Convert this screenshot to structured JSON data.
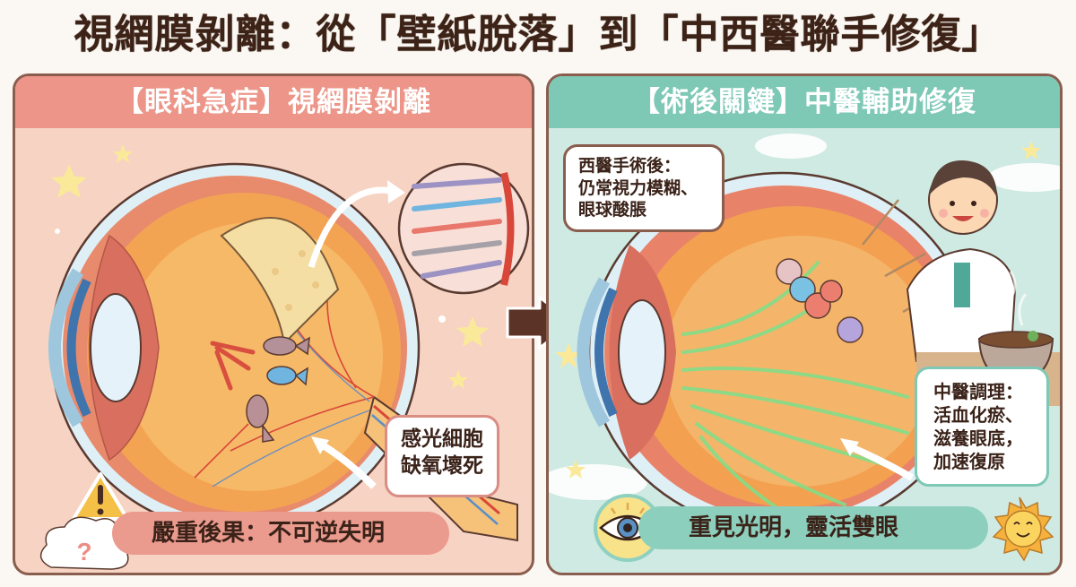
{
  "title": "視網膜剝離：從「壁紙脫落」到「中西醫聯手修復」",
  "colors": {
    "title_text": "#3d2317",
    "left_panel_bg": "#f6d3c3",
    "left_header_bg": "#ec9588",
    "right_panel_bg": "#cfeae2",
    "right_header_bg": "#7ec8b6",
    "panel_border": "#8a5e4e",
    "arrow": "#5b3427",
    "healing_lines": "#7de08a"
  },
  "left_panel": {
    "header": "【眼科急症】視網膜剝離",
    "callout": {
      "lines": [
        "感光細胞",
        "缺氧壞死"
      ]
    },
    "consequence_banner": "嚴重後果：不可逆失明",
    "icons": [
      "warning-triangle-icon",
      "question-cloud-icon",
      "star-icon",
      "detached-retina-flap",
      "photoreceptor-cells-zoom",
      "sad-fish-cells"
    ]
  },
  "flow_arrow": "right-arrow-icon",
  "right_panel": {
    "header": "【術後關鍵】中醫輔助修復",
    "western_callout": {
      "lines": [
        "西醫手術後：",
        "仍常視力模糊、",
        "眼球酸脹"
      ]
    },
    "tcm_callout": {
      "lines": [
        "中醫調理：",
        "活血化瘀、",
        "滋養眼底，",
        "加速復原"
      ]
    },
    "outcome_banner": "重見光明，靈活雙眼",
    "icons": [
      "eye-icon",
      "smiling-sun-icon",
      "tcm-doctor-figure",
      "herbal-soup-bowl-icon",
      "acupuncture-needle-icon",
      "happy-cells",
      "cloud-icon",
      "star-icon"
    ]
  }
}
